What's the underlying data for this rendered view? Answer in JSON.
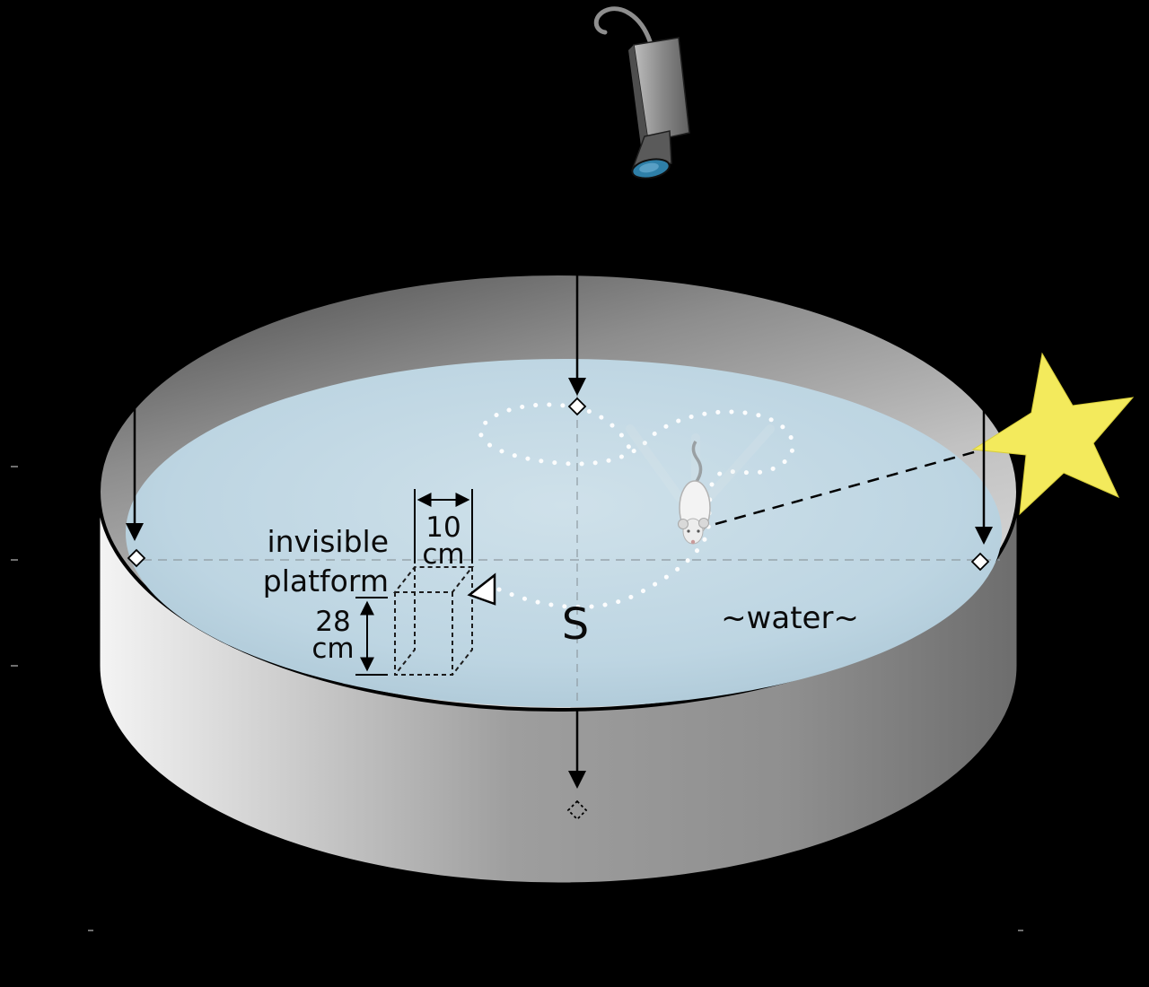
{
  "scene": {
    "type": "morris-water-maze-diagram",
    "background": "#000000",
    "labels": {
      "invisible": "invisible",
      "platform": "platform",
      "platform_width_value": "10",
      "platform_width_unit": "cm",
      "platform_depth_value": "28",
      "platform_depth_unit": "cm",
      "start_point": "S",
      "water": "~water~"
    },
    "colors": {
      "water_fill": "#bdd5e2",
      "pool_wall": "#9c9c9c",
      "star_cue": "#f3ea5c",
      "camera_lens": "#2e7fa8",
      "swim_path_dots": "#ffffff"
    },
    "icons": {
      "camera": "video-camera-icon",
      "star": "star-cue-icon",
      "rat": "rat-icon",
      "platform_marker": "triangle-marker-icon"
    }
  }
}
